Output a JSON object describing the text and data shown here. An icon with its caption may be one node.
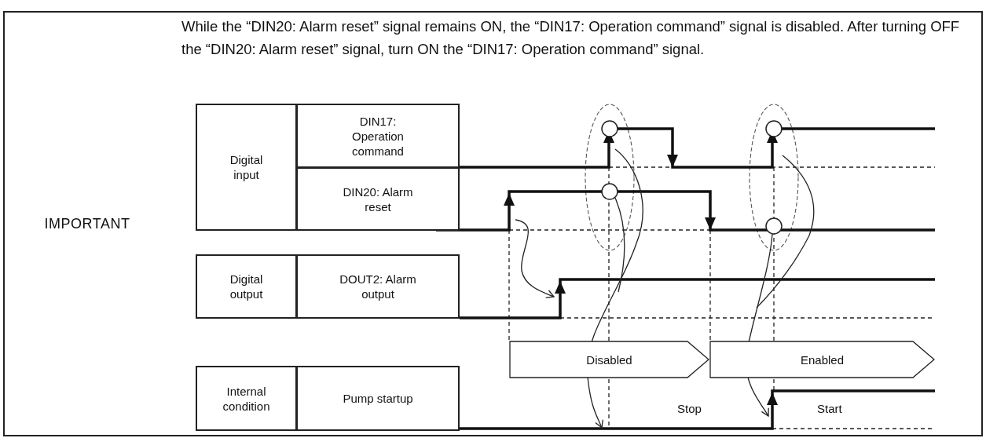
{
  "diagram": {
    "nodes": [
      {
        "text": [
          "IMPORTANT"
        ]
      },
      {
        "text": [
          "While the “DIN20: Alarm reset” signal remains ON, the “DIN17: Operation command” signal is disabled. After turning OFF the “DIN20: Alarm reset” signal, turn ON the “DIN17: Operation command” signal."
        ]
      },
      {
        "text": [
          "Digital input"
        ]
      },
      {
        "text": [
          "DIN17: Operation command"
        ]
      },
      {
        "text": [
          "DIN20: Alarm reset"
        ]
      },
      {
        "text": [
          "Digital output"
        ]
      },
      {
        "text": [
          "DOUT2: Alarm output"
        ]
      },
      {
        "text": [
          "Internal condition"
        ]
      },
      {
        "text": [
          "Pump startup"
        ]
      },
      {
        "text": [
          "Disabled"
        ]
      },
      {
        "text": [
          "Enabled"
        ]
      }
    ],
    "edges": [],
    "labels": [
      "Stop",
      "Start"
    ]
  }
}
